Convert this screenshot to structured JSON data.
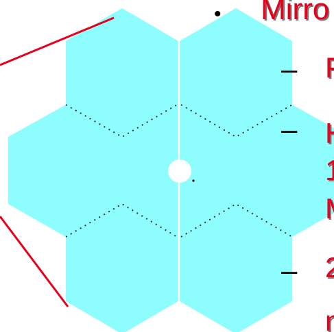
{
  "slide": {
    "bullet_glyph": "•",
    "dash_glyph": "–",
    "heading_fragment": "Mirro",
    "sub1_fragment": "P",
    "sub2_line1_fragment": "H",
    "sub2_line2_fragment": "1",
    "sub2_line3_fragment": "M",
    "sub3_fragment": "2",
    "sub4_fragment": "n"
  },
  "mirror": {
    "segment_fill": "#8dfdfd",
    "pointer_line_color": "#e8001c",
    "gap_color": "#ffffff",
    "fold_dot_color": "#333333",
    "segment_count": 6
  }
}
